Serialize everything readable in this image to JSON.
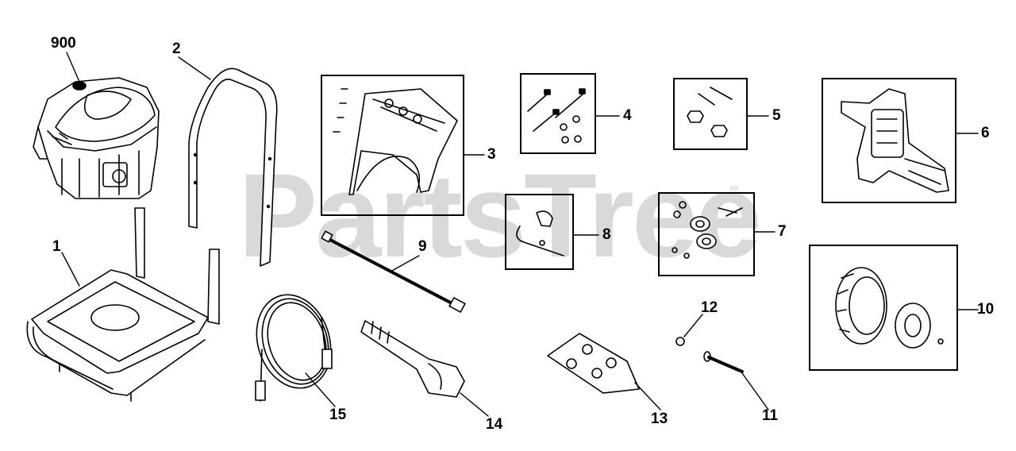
{
  "watermark": {
    "text": "PartsTree",
    "trademark": "™"
  },
  "callouts": {
    "c900": "900",
    "c1": "1",
    "c2": "2",
    "c3": "3",
    "c4": "4",
    "c5": "5",
    "c6": "6",
    "c7": "7",
    "c8": "8",
    "c9": "9",
    "c10": "10",
    "c11": "11",
    "c12": "12",
    "c13": "13",
    "c14": "14",
    "c15": "15"
  }
}
